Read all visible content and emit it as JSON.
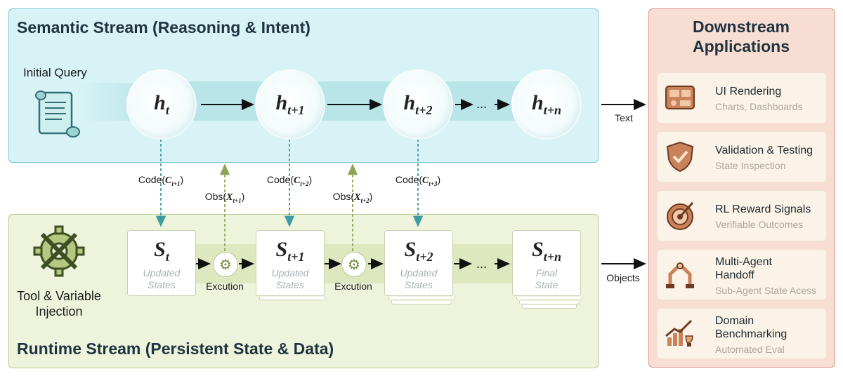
{
  "semantic": {
    "title": "Semantic Stream (Reasoning & Intent)",
    "initial_query": "Initial Query"
  },
  "runtime": {
    "title": "Runtime Stream (Persistent State & Data)",
    "injection_line1": "Tool & Variable",
    "injection_line2": "Injection"
  },
  "hidden_nodes": [
    {
      "symbol": "h",
      "sub": "t"
    },
    {
      "symbol": "h",
      "sub": "t+1"
    },
    {
      "symbol": "h",
      "sub": "t+2"
    },
    {
      "symbol": "h",
      "sub": "t+n"
    }
  ],
  "state_nodes": [
    {
      "symbol": "S",
      "sub": "t",
      "line1": "Updated",
      "line2": "States"
    },
    {
      "symbol": "S",
      "sub": "t+1",
      "line1": "Updated",
      "line2": "States"
    },
    {
      "symbol": "S",
      "sub": "t+2",
      "line1": "Updated",
      "line2": "States"
    },
    {
      "symbol": "S",
      "sub": "t+n",
      "line1": "Final",
      "line2": "State"
    }
  ],
  "ellipsis": "...",
  "code_labels": [
    {
      "prefix": "Code(",
      "var": "C",
      "sub": "t+1",
      "suffix": ")"
    },
    {
      "prefix": "Code(",
      "var": "C",
      "sub": "t+2",
      "suffix": ")"
    },
    {
      "prefix": "Code(",
      "var": "C",
      "sub": "t+3",
      "suffix": ")"
    }
  ],
  "obs_labels": [
    {
      "prefix": "Obs(",
      "var": "X",
      "sub": "t+1",
      "suffix": ")"
    },
    {
      "prefix": "Obs(",
      "var": "X",
      "sub": "t+2",
      "suffix": ")"
    }
  ],
  "execution_label": "Excution",
  "outputs": {
    "text": "Text",
    "objects": "Objects"
  },
  "downstream": {
    "title": "Downstream Applications",
    "apps": [
      {
        "title": "UI Rendering",
        "subtitle": "Charts, Dashboards",
        "icon": "dashboard-icon"
      },
      {
        "title": "Validation & Testing",
        "subtitle": "State Inspection",
        "icon": "shield-check-icon"
      },
      {
        "title": "RL Reward Signals",
        "subtitle": "Verifiable Outcomes",
        "icon": "target-icon"
      },
      {
        "title": "Multi-Agent Handoff",
        "subtitle": "Sub-Agent State Acess",
        "icon": "robot-arms-icon"
      },
      {
        "title": "Domain Benchmarking",
        "subtitle": "Automated Eval",
        "icon": "trophy-chart-icon"
      }
    ]
  },
  "colors": {
    "semantic_bg": "#d8f3f6",
    "runtime_bg": "#eef3dc",
    "downstream_bg": "#f8ddd3",
    "teal": "#3f9ba3",
    "olive": "#8aa655"
  }
}
